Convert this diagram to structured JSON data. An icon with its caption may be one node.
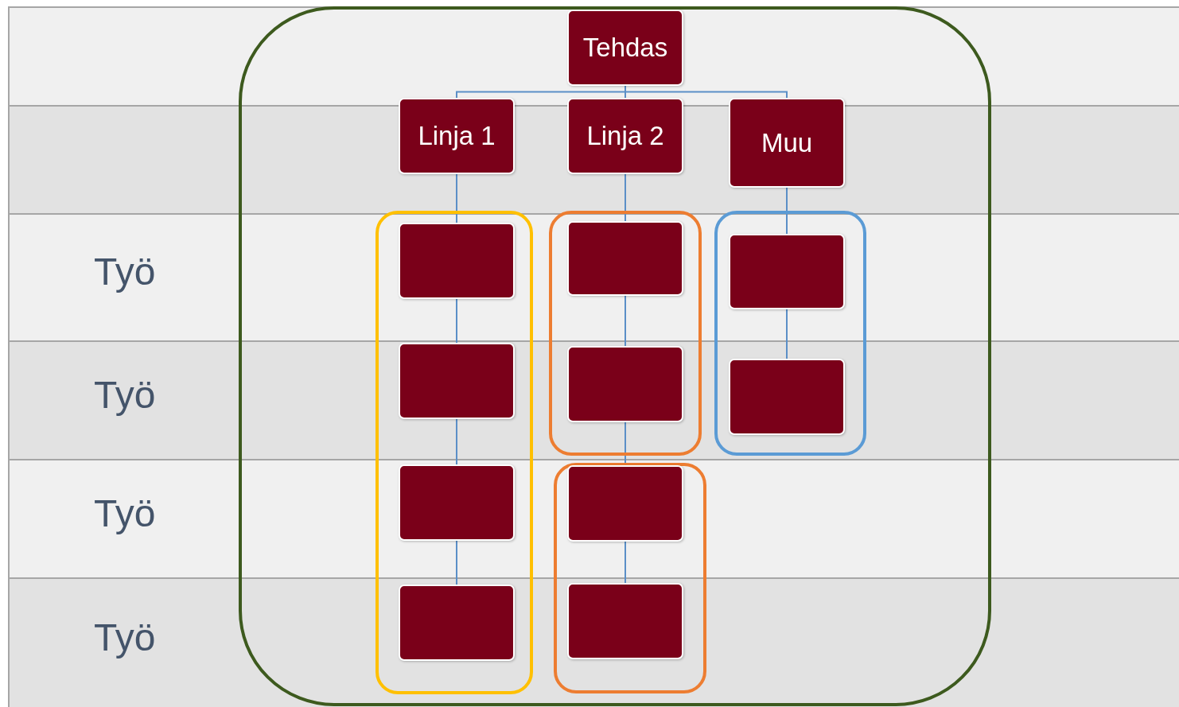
{
  "diagram": {
    "nodes": [
      {
        "text": [],
        "shape": "box"
      },
      {
        "text": [
          "Tehdas"
        ],
        "in": 0
      },
      {
        "text": [
          "Linja 1"
        ],
        "in": 0
      },
      {
        "text": [
          "Linja 2"
        ],
        "in": 0
      },
      {
        "text": [
          "Muu"
        ],
        "in": 0
      },
      {
        "text": [],
        "shape": "box",
        "in": 0
      },
      {
        "text": [],
        "shape": "box",
        "in": 5
      },
      {
        "text": [],
        "shape": "box",
        "in": 5
      },
      {
        "text": [],
        "shape": "box",
        "in": 5
      },
      {
        "text": [],
        "shape": "box",
        "in": 5
      },
      {
        "text": [],
        "shape": "box",
        "in": 0
      },
      {
        "text": [],
        "shape": "box",
        "in": 10
      },
      {
        "text": [],
        "shape": "box",
        "in": 10
      },
      {
        "text": [],
        "shape": "box",
        "in": 0
      },
      {
        "text": [],
        "shape": "box",
        "in": 13
      },
      {
        "text": [],
        "shape": "box",
        "in": 13
      },
      {
        "text": [],
        "shape": "box",
        "in": 0
      },
      {
        "text": [],
        "shape": "box",
        "in": 16
      },
      {
        "text": [],
        "shape": "box",
        "in": 16
      }
    ],
    "edges": [
      {
        "from": 1,
        "to": 2,
        "arrow": "none"
      },
      {
        "from": 1,
        "to": 3,
        "arrow": "none"
      },
      {
        "from": 1,
        "to": 4,
        "arrow": "none"
      },
      {
        "from": 2,
        "to": 6,
        "arrow": "none"
      },
      {
        "from": 6,
        "to": 7,
        "arrow": "none"
      },
      {
        "from": 7,
        "to": 8,
        "arrow": "none"
      },
      {
        "from": 8,
        "to": 9,
        "arrow": "none"
      },
      {
        "from": 3,
        "to": 11,
        "arrow": "none"
      },
      {
        "from": 11,
        "to": 12,
        "arrow": "none"
      },
      {
        "from": 12,
        "to": 14,
        "arrow": "none"
      },
      {
        "from": 14,
        "to": 15,
        "arrow": "none"
      },
      {
        "from": 4,
        "to": 17,
        "arrow": "none"
      },
      {
        "from": 17,
        "to": 18,
        "arrow": "none"
      }
    ],
    "labels": [
      "Työ",
      "Työ",
      "Työ",
      "Työ"
    ]
  }
}
